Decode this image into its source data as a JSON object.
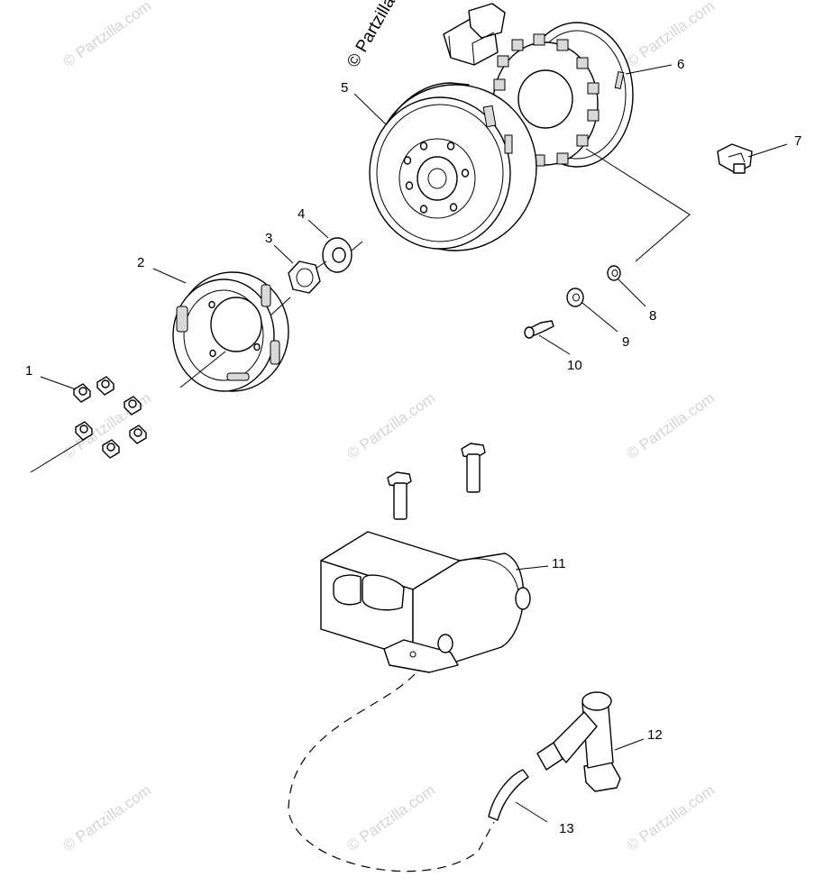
{
  "watermark": {
    "main_text": "© Partzilla.com",
    "tile_text": "© Partzilla.com"
  },
  "callouts": [
    {
      "id": "1",
      "label": "1"
    },
    {
      "id": "2",
      "label": "2"
    },
    {
      "id": "3",
      "label": "3"
    },
    {
      "id": "4",
      "label": "4"
    },
    {
      "id": "5",
      "label": "5"
    },
    {
      "id": "6",
      "label": "6"
    },
    {
      "id": "7",
      "label": "7"
    },
    {
      "id": "8",
      "label": "8"
    },
    {
      "id": "9",
      "label": "9"
    },
    {
      "id": "10",
      "label": "10"
    },
    {
      "id": "11",
      "label": "11"
    },
    {
      "id": "12",
      "label": "12"
    },
    {
      "id": "13",
      "label": "13"
    }
  ]
}
